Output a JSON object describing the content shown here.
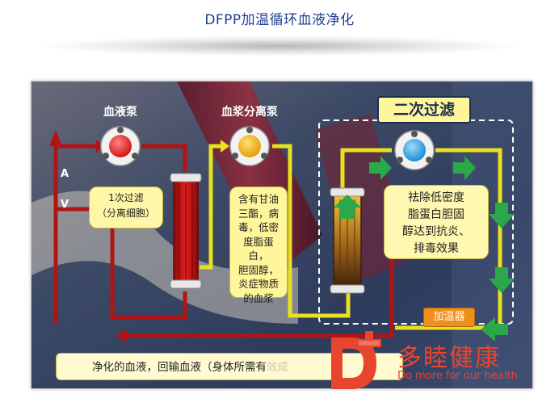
{
  "title": "DFPP加温循环血液净化",
  "diagram": {
    "labels": {
      "blood_pump": "血液泵",
      "plasma_separation_pump": "血浆分离泵",
      "secondary_filtration": "二次过滤",
      "arterial": "A",
      "venous": "V",
      "heater": "加温器"
    },
    "first_filter": {
      "line1": "1次过滤",
      "line2": "（分离细胞）"
    },
    "plasma_contents": [
      "含有甘油",
      "三酯，病",
      "毒，低密",
      "度脂蛋白，",
      "胆固醇，",
      "炎症物质",
      "的血浆"
    ],
    "removal_text": [
      "祛除低密度",
      "脂蛋白胆固",
      "醇达到抗炎、",
      "排毒效果"
    ],
    "return_text": "净化的血液，回输血液（身体所需有",
    "return_text_hidden_tail": "效成"
  },
  "logo": {
    "name": "多睦健康",
    "slogan": "Do more for our health"
  },
  "colors": {
    "blood_line": "#b01414",
    "plasma_line": "#e8e020",
    "green_arrow": "#2aa84a",
    "pump_red": "#e82020",
    "pump_yellow": "#f4b818",
    "pump_blue": "#22a4e8",
    "brand": "#e8452e"
  }
}
